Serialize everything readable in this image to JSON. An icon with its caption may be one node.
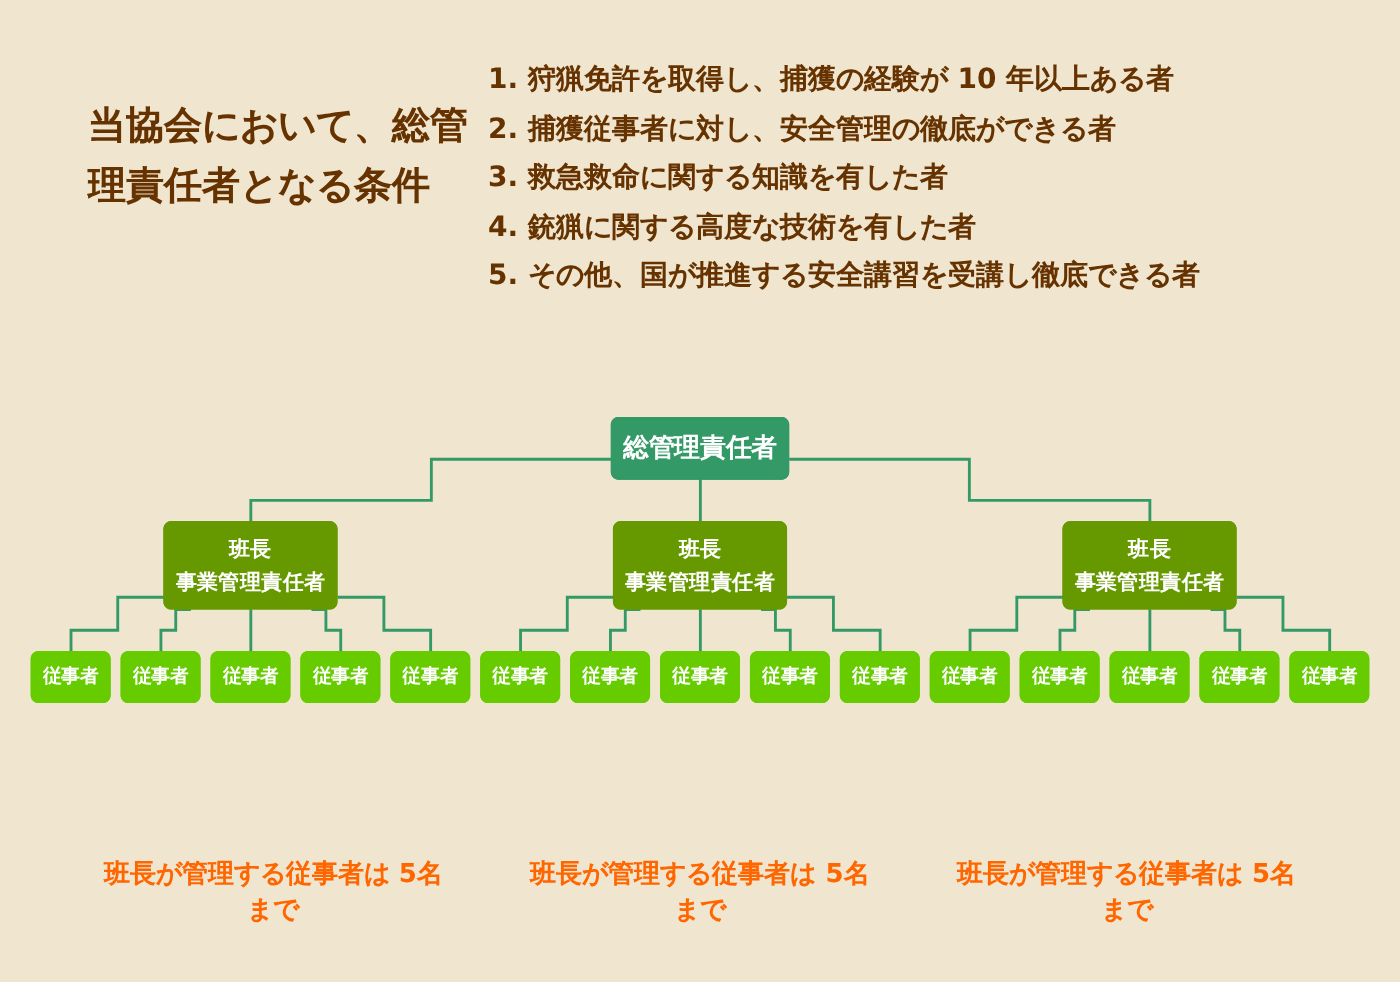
{
  "diagram": {
    "title": "当協会において、総管理責任者となる条件",
    "nodes": [
      {
        "text": [
          "総管理責任者"
        ]
      },
      {
        "text": [
          "班長",
          "事業管理責任者"
        ]
      },
      {
        "text": [
          "班長",
          "事業管理責任者"
        ]
      },
      {
        "text": [
          "班長",
          "事業管理責任者"
        ]
      },
      {
        "text": [
          "従事者"
        ]
      },
      {
        "text": [
          "従事者"
        ]
      },
      {
        "text": [
          "従事者"
        ]
      },
      {
        "text": [
          "従事者"
        ]
      },
      {
        "text": [
          "従事者"
        ]
      },
      {
        "text": [
          "従事者"
        ]
      },
      {
        "text": [
          "従事者"
        ]
      },
      {
        "text": [
          "従事者"
        ]
      },
      {
        "text": [
          "従事者"
        ]
      },
      {
        "text": [
          "従事者"
        ]
      },
      {
        "text": [
          "従事者"
        ]
      },
      {
        "text": [
          "従事者"
        ]
      },
      {
        "text": [
          "従事者"
        ]
      },
      {
        "text": [
          "従事者"
        ]
      },
      {
        "text": [
          "従事者"
        ]
      }
    ],
    "edges": [
      {
        "from": 0,
        "to": 1,
        "arrow": "none"
      },
      {
        "from": 0,
        "to": 2,
        "arrow": "none"
      },
      {
        "from": 0,
        "to": 3,
        "arrow": "none"
      },
      {
        "from": 1,
        "to": 4,
        "arrow": "none"
      },
      {
        "from": 1,
        "to": 5,
        "arrow": "none"
      },
      {
        "from": 1,
        "to": 6,
        "arrow": "none"
      },
      {
        "from": 1,
        "to": 7,
        "arrow": "none"
      },
      {
        "from": 1,
        "to": 8,
        "arrow": "none"
      },
      {
        "from": 2,
        "to": 9,
        "arrow": "none"
      },
      {
        "from": 2,
        "to": 10,
        "arrow": "none"
      },
      {
        "from": 2,
        "to": 11,
        "arrow": "none"
      },
      {
        "from": 2,
        "to": 12,
        "arrow": "none"
      },
      {
        "from": 2,
        "to": 13,
        "arrow": "none"
      },
      {
        "from": 3,
        "to": 14,
        "arrow": "none"
      },
      {
        "from": 3,
        "to": 15,
        "arrow": "none"
      },
      {
        "from": 3,
        "to": 16,
        "arrow": "none"
      },
      {
        "from": 3,
        "to": 17,
        "arrow": "none"
      },
      {
        "from": 3,
        "to": 18,
        "arrow": "none"
      }
    ],
    "labels": [
      "1. 狩猟免許を取得し、捕獲の経験が 10 年以上ある者",
      "2. 捕獲従事者に対し、安全管理の徹底ができる者",
      "3. 救急救命に関する知識を有した者",
      "4. 銃猟に関する高度な技術を有した者",
      "5. その他、国が推進する安全講習を受講し徹底できる者",
      "班長が管理する従事者は 5名まで",
      "班長が管理する従事者は 5名まで",
      "班長が管理する従事者は 5名まで"
    ]
  }
}
